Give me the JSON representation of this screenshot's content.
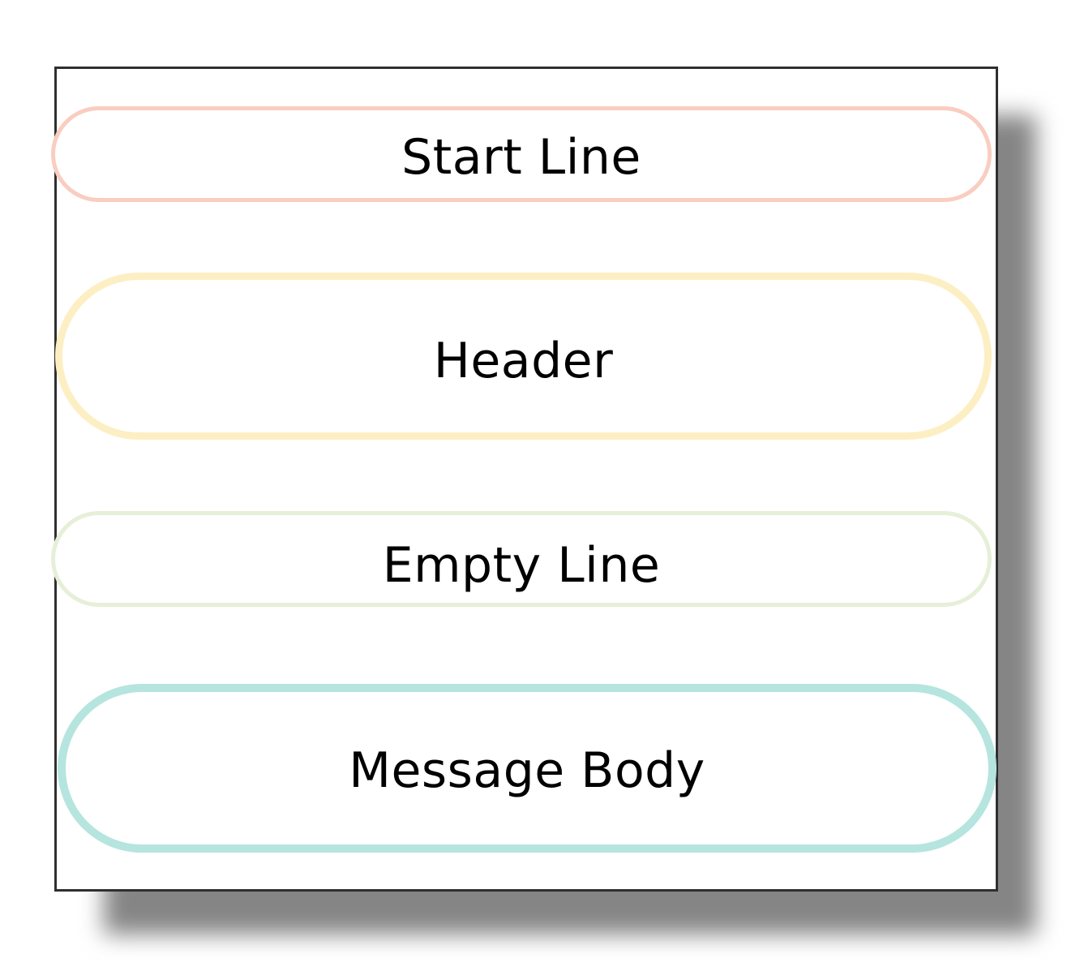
{
  "diagram": {
    "blocks": [
      {
        "label": "Start Line",
        "color": "#f9cdc0"
      },
      {
        "label": "Header",
        "color": "#fdefc4"
      },
      {
        "label": "Empty Line",
        "color": "#e6efd8"
      },
      {
        "label": "Message Body",
        "color": "#b5e5de"
      }
    ]
  }
}
